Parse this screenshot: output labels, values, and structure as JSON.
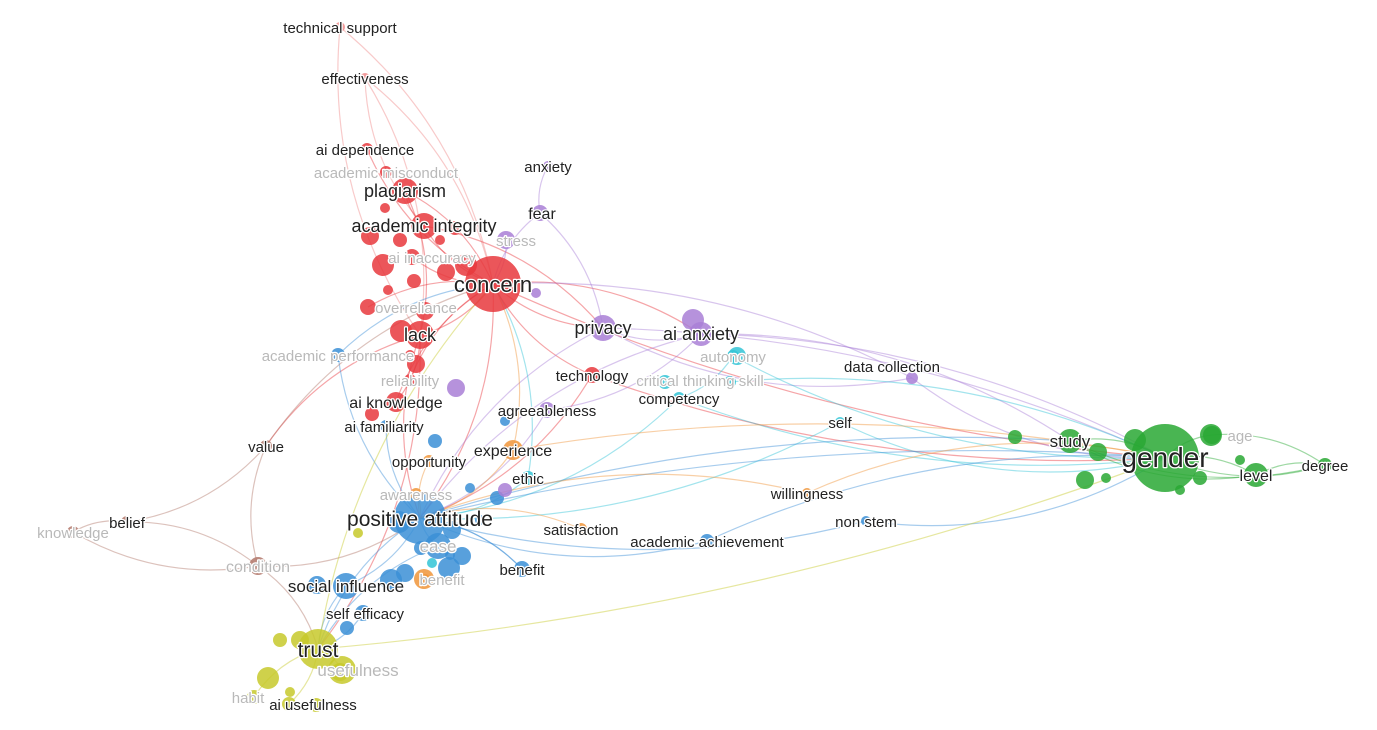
{
  "colors": {
    "red": "#e8383d",
    "blue": "#3b8fd6",
    "green": "#29a834",
    "yellow": "#c7c92c",
    "purple": "#a97fd6",
    "cyan": "#33c4d6",
    "orange": "#f0953a",
    "brown": "#b2776a",
    "pink": "#e07bd6",
    "salmon": "#f08a8a"
  },
  "nodes": [
    {
      "id": "technical-support",
      "label": "technical support",
      "cluster": "salmon",
      "r": 5
    },
    {
      "id": "effectiveness",
      "label": "effectiveness",
      "cluster": "salmon",
      "r": 5
    },
    {
      "id": "ai-dependence",
      "label": "ai dependence",
      "cluster": "red",
      "r": 6
    },
    {
      "id": "academic-misconduct",
      "label": "academic misconduct",
      "cluster": "red",
      "r": 6,
      "faint": true
    },
    {
      "id": "plagiarism",
      "label": "plagiarism",
      "cluster": "red",
      "r": 13
    },
    {
      "id": "academic-integrity",
      "label": "academic integrity",
      "cluster": "red",
      "r": 13
    },
    {
      "id": "ai-inaccuracy",
      "label": "ai inaccuracy",
      "cluster": "red",
      "r": 8,
      "faint": true
    },
    {
      "id": "concern",
      "label": "concern",
      "cluster": "red",
      "r": 28
    },
    {
      "id": "overreliance",
      "label": "overreliance",
      "cluster": "red",
      "r": 8,
      "faint": true
    },
    {
      "id": "lack",
      "label": "lack",
      "cluster": "red",
      "r": 14
    },
    {
      "id": "reliability",
      "label": "reliability",
      "cluster": "red",
      "r": 6,
      "faint": true
    },
    {
      "id": "ai-knowledge",
      "label": "ai knowledge",
      "cluster": "red",
      "r": 10
    },
    {
      "id": "technology",
      "label": "technology",
      "cluster": "red",
      "r": 8
    },
    {
      "id": "anxiety",
      "label": "anxiety",
      "cluster": "purple",
      "r": 5
    },
    {
      "id": "fear",
      "label": "fear",
      "cluster": "purple",
      "r": 8
    },
    {
      "id": "stress",
      "label": "stress",
      "cluster": "purple",
      "r": 9,
      "faint": true
    },
    {
      "id": "privacy",
      "label": "privacy",
      "cluster": "purple",
      "r": 13
    },
    {
      "id": "ai-anxiety",
      "label": "ai anxiety",
      "cluster": "purple",
      "r": 12
    },
    {
      "id": "data-collection",
      "label": "data collection",
      "cluster": "purple",
      "r": 6
    },
    {
      "id": "agreeableness",
      "label": "agreeableness",
      "cluster": "purple",
      "r": 8
    },
    {
      "id": "autonomy",
      "label": "autonomy",
      "cluster": "cyan",
      "r": 6,
      "faint": true
    },
    {
      "id": "critical-thinking-skill",
      "label": "critical thinking skill",
      "cluster": "cyan",
      "r": 6,
      "faint": true
    },
    {
      "id": "competency",
      "label": "competency",
      "cluster": "cyan",
      "r": 6
    },
    {
      "id": "self",
      "label": "self",
      "cluster": "cyan",
      "r": 5
    },
    {
      "id": "ethic",
      "label": "ethic",
      "cluster": "cyan",
      "r": 7
    },
    {
      "id": "academic-performance",
      "label": "academic performance",
      "cluster": "blue",
      "r": 7,
      "faint": true
    },
    {
      "id": "ai-familiarity",
      "label": "ai familiarity",
      "cluster": "blue",
      "r": 6
    },
    {
      "id": "positive-attitude",
      "label": "positive attitude",
      "cluster": "blue",
      "r": 26
    },
    {
      "id": "ease",
      "label": "ease",
      "cluster": "blue",
      "r": 13,
      "faint": true
    },
    {
      "id": "social-influence",
      "label": "social influence",
      "cluster": "blue",
      "r": 13
    },
    {
      "id": "self-efficacy",
      "label": "self efficacy",
      "cluster": "blue",
      "r": 8
    },
    {
      "id": "benefit",
      "label": "benefit",
      "cluster": "blue",
      "r": 8
    },
    {
      "id": "academic-achievement",
      "label": "academic achievement",
      "cluster": "blue",
      "r": 7
    },
    {
      "id": "non-stem",
      "label": "non stem",
      "cluster": "blue",
      "r": 5
    },
    {
      "id": "experience",
      "label": "experience",
      "cluster": "orange",
      "r": 10
    },
    {
      "id": "opportunity",
      "label": "opportunity",
      "cluster": "orange",
      "r": 6
    },
    {
      "id": "awareness",
      "label": "awareness",
      "cluster": "orange",
      "r": 6,
      "faint": true
    },
    {
      "id": "satisfaction",
      "label": "satisfaction",
      "cluster": "orange",
      "r": 6
    },
    {
      "id": "willingness",
      "label": "willingness",
      "cluster": "orange",
      "r": 5
    },
    {
      "id": "benefit-o",
      "label": "benefit",
      "cluster": "orange",
      "r": 10,
      "faint": true
    },
    {
      "id": "value",
      "label": "value",
      "cluster": "brown",
      "r": 6
    },
    {
      "id": "belief",
      "label": "belief",
      "cluster": "brown",
      "r": 6
    },
    {
      "id": "knowledge",
      "label": "knowledge",
      "cluster": "brown",
      "r": 6,
      "faint": true
    },
    {
      "id": "condition",
      "label": "condition",
      "cluster": "brown",
      "r": 9,
      "faint": true
    },
    {
      "id": "trust",
      "label": "trust",
      "cluster": "yellow",
      "r": 20
    },
    {
      "id": "ai-usefulness",
      "label": "ai usefulness",
      "cluster": "yellow",
      "r": 7
    },
    {
      "id": "habit",
      "label": "habit",
      "cluster": "yellow",
      "r": 7,
      "faint": true
    },
    {
      "id": "perceived-usefulness",
      "label": "usefulness",
      "cluster": "yellow",
      "r": 14,
      "faint": true
    },
    {
      "id": "gender",
      "label": "gender",
      "cluster": "green",
      "r": 34
    },
    {
      "id": "study",
      "label": "study",
      "cluster": "green",
      "r": 12
    },
    {
      "id": "level",
      "label": "level",
      "cluster": "green",
      "r": 12
    },
    {
      "id": "degree",
      "label": "degree",
      "cluster": "green",
      "r": 7
    },
    {
      "id": "age",
      "label": "age",
      "cluster": "green",
      "r": 9,
      "faint": true
    }
  ],
  "edges": [
    [
      "technical-support",
      "concern"
    ],
    [
      "technical-support",
      "lack"
    ],
    [
      "effectiveness",
      "concern"
    ],
    [
      "effectiveness",
      "academic-integrity"
    ],
    [
      "effectiveness",
      "lack"
    ],
    [
      "ai-dependence",
      "concern"
    ],
    [
      "plagiarism",
      "concern"
    ],
    [
      "plagiarism",
      "academic-integrity"
    ],
    [
      "plagiarism",
      "lack"
    ],
    [
      "academic-integrity",
      "concern"
    ],
    [
      "academic-integrity",
      "privacy"
    ],
    [
      "concern",
      "privacy"
    ],
    [
      "concern",
      "lack"
    ],
    [
      "concern",
      "technology"
    ],
    [
      "concern",
      "ai-anxiety"
    ],
    [
      "concern",
      "gender"
    ],
    [
      "concern",
      "positive-attitude"
    ],
    [
      "concern",
      "ai-knowledge"
    ],
    [
      "lack",
      "ai-knowledge"
    ],
    [
      "lack",
      "positive-attitude"
    ],
    [
      "lack",
      "trust"
    ],
    [
      "lack",
      "value"
    ],
    [
      "overreliance",
      "concern"
    ],
    [
      "ai-inaccuracy",
      "concern"
    ],
    [
      "reliability",
      "concern"
    ],
    [
      "technology",
      "gender"
    ],
    [
      "technology",
      "positive-attitude"
    ],
    [
      "anxiety",
      "fear"
    ],
    [
      "fear",
      "privacy"
    ],
    [
      "fear",
      "concern"
    ],
    [
      "stress",
      "concern"
    ],
    [
      "privacy",
      "ai-anxiety"
    ],
    [
      "privacy",
      "gender"
    ],
    [
      "privacy",
      "positive-attitude"
    ],
    [
      "ai-anxiety",
      "gender"
    ],
    [
      "ai-anxiety",
      "positive-attitude"
    ],
    [
      "ai-anxiety",
      "study"
    ],
    [
      "data-collection",
      "gender"
    ],
    [
      "data-collection",
      "privacy"
    ],
    [
      "data-collection",
      "concern"
    ],
    [
      "agreeableness",
      "positive-attitude"
    ],
    [
      "agreeableness",
      "ai-anxiety"
    ],
    [
      "autonomy",
      "competency"
    ],
    [
      "autonomy",
      "gender"
    ],
    [
      "critical-thinking-skill",
      "gender"
    ],
    [
      "competency",
      "gender"
    ],
    [
      "competency",
      "positive-attitude"
    ],
    [
      "self",
      "gender"
    ],
    [
      "self",
      "positive-attitude"
    ],
    [
      "ethic",
      "concern"
    ],
    [
      "ethic",
      "positive-attitude"
    ],
    [
      "academic-performance",
      "positive-attitude"
    ],
    [
      "academic-performance",
      "concern"
    ],
    [
      "ai-familiarity",
      "positive-attitude"
    ],
    [
      "positive-attitude",
      "gender"
    ],
    [
      "positive-attitude",
      "trust"
    ],
    [
      "positive-attitude",
      "social-influence"
    ],
    [
      "positive-attitude",
      "academic-achievement"
    ],
    [
      "positive-attitude",
      "benefit"
    ],
    [
      "positive-attitude",
      "non-stem"
    ],
    [
      "positive-attitude",
      "study"
    ],
    [
      "ease",
      "trust"
    ],
    [
      "ease",
      "positive-attitude"
    ],
    [
      "social-influence",
      "trust"
    ],
    [
      "self-efficacy",
      "trust"
    ],
    [
      "benefit",
      "positive-attitude"
    ],
    [
      "academic-achievement",
      "gender"
    ],
    [
      "non-stem",
      "gender"
    ],
    [
      "experience",
      "positive-attitude"
    ],
    [
      "experience",
      "concern"
    ],
    [
      "experience",
      "gender"
    ],
    [
      "opportunity",
      "positive-attitude"
    ],
    [
      "awareness",
      "positive-attitude"
    ],
    [
      "satisfaction",
      "positive-attitude"
    ],
    [
      "willingness",
      "gender"
    ],
    [
      "willingness",
      "positive-attitude"
    ],
    [
      "value",
      "concern"
    ],
    [
      "value",
      "condition"
    ],
    [
      "belief",
      "condition"
    ],
    [
      "belief",
      "value"
    ],
    [
      "knowledge",
      "belief"
    ],
    [
      "knowledge",
      "condition"
    ],
    [
      "condition",
      "trust"
    ],
    [
      "condition",
      "positive-attitude"
    ],
    [
      "trust",
      "ai-usefulness"
    ],
    [
      "trust",
      "habit"
    ],
    [
      "trust",
      "perceived-usefulness"
    ],
    [
      "trust",
      "gender"
    ],
    [
      "trust",
      "concern"
    ],
    [
      "gender",
      "study"
    ],
    [
      "gender",
      "level"
    ],
    [
      "gender",
      "degree"
    ],
    [
      "gender",
      "age"
    ],
    [
      "study",
      "level"
    ],
    [
      "level",
      "degree"
    ],
    [
      "study",
      "degree"
    ],
    [
      "age",
      "degree"
    ]
  ]
}
